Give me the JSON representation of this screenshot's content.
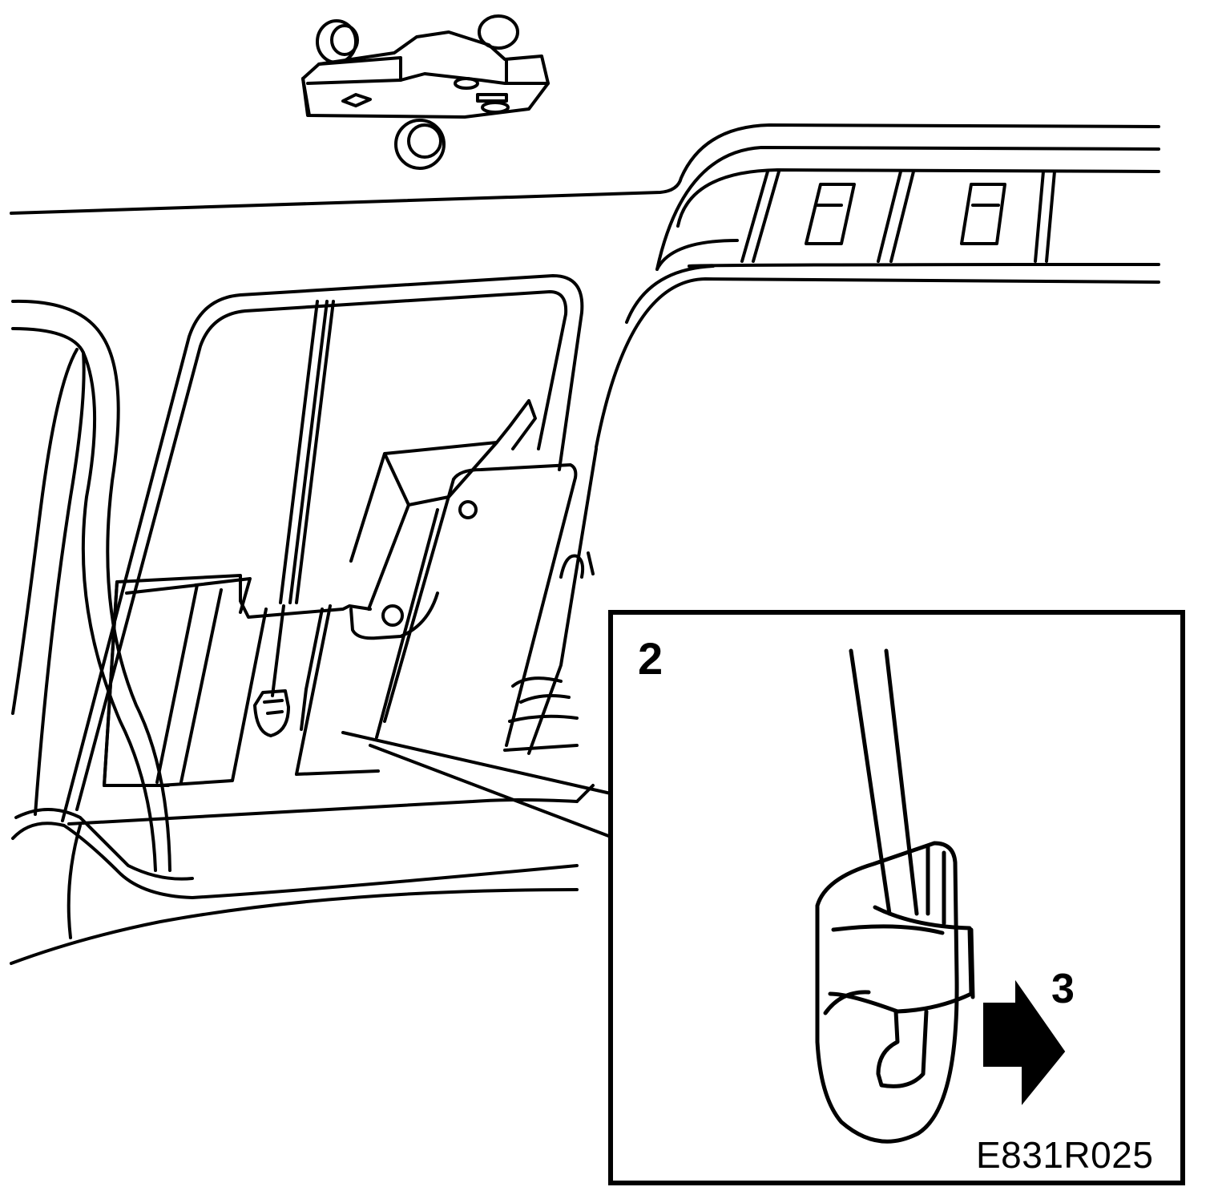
{
  "labels": {
    "callout_2": "2",
    "callout_3": "3",
    "figure_code": "E831R025"
  },
  "colors": {
    "line": "#000000",
    "background": "#ffffff"
  }
}
